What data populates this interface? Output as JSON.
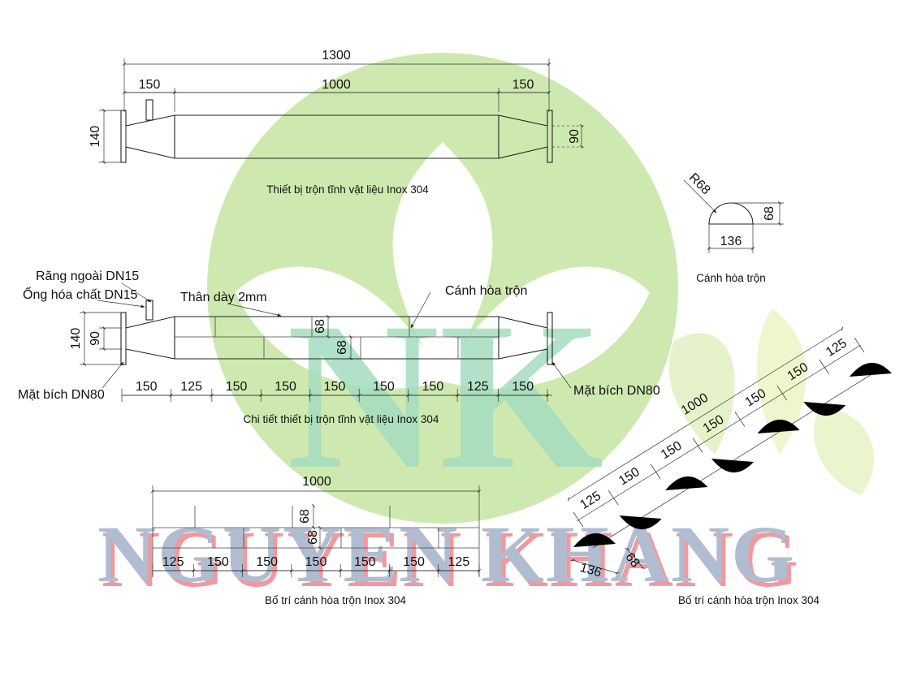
{
  "watermark": {
    "monogram": "NK",
    "company": "NGUYEN KHANG",
    "colors": {
      "green": "#c9e7a6",
      "mint": "#9bd9b8",
      "text_fill": "#a7b6cc",
      "text_shadow": "#ef8e95"
    }
  },
  "view1": {
    "dims": {
      "total": "1300",
      "left": "150",
      "middle": "1000",
      "right": "150",
      "height": "140",
      "flange": "90"
    },
    "caption": "Thiết bị trộn tĩnh vật liệu Inox 304"
  },
  "blade_detail": {
    "radius": "R68",
    "height": "68",
    "width": "136",
    "caption": "Cánh hòa trộn"
  },
  "view2": {
    "labels": {
      "thread": "Răng ngoài DN15",
      "chem_pipe": "Ống hóa chất DN15",
      "shell": "Thân dày 2mm",
      "mixer_blade": "Cánh hòa trộn",
      "flange_left": "Mặt bích DN80",
      "flange_right": "Mặt bích DN80"
    },
    "dims": {
      "height": "140",
      "inner": "90",
      "blade_h1": "68",
      "blade_h2": "68",
      "segments": [
        "150",
        "125",
        "150",
        "150",
        "150",
        "150",
        "150",
        "125",
        "150"
      ]
    },
    "caption": "Chi tiết thiết bị trộn tĩnh vật liệu Inox 304"
  },
  "layout_front": {
    "dims": {
      "total": "1000",
      "blade_h1": "68",
      "blade_h2": "68",
      "segments": [
        "125",
        "150",
        "150",
        "150",
        "150",
        "150",
        "125"
      ]
    },
    "caption": "Bố trí cánh hòa trộn Inox 304"
  },
  "layout_iso": {
    "dims": {
      "total": "1000",
      "segments": [
        "125",
        "150",
        "150",
        "150",
        "150",
        "150",
        "125"
      ],
      "blade_w": "136",
      "blade_h": "68"
    },
    "caption": "Bố trí cánh hòa trộn Inox 304"
  }
}
